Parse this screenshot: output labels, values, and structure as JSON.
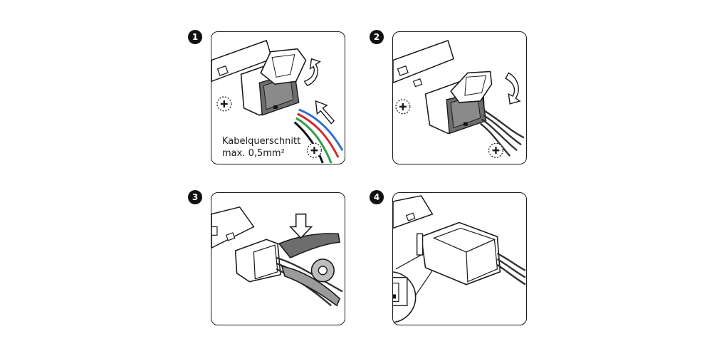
{
  "steps": [
    {
      "number": "1",
      "caption_line1": "Kabelquerschnitt",
      "caption_line2": "max. 0,5mm²"
    },
    {
      "number": "2"
    },
    {
      "number": "3"
    },
    {
      "number": "4"
    }
  ],
  "colors": {
    "outline": "#1a1a1a",
    "connector_dark": "#6d6d6d",
    "wire_green": "#2e9e4a",
    "wire_red": "#d42a2a",
    "wire_blue": "#2f6fd0",
    "wire_black": "#111111"
  }
}
